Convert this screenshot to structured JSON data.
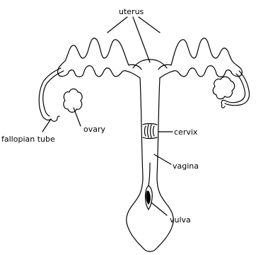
{
  "diagram": {
    "labels": {
      "uterus": "uterus",
      "fallopian_tube": "fallopian tube",
      "ovary": "ovary",
      "cervix": "cervix",
      "vagina": "vagina",
      "vulva": "vulva"
    },
    "colors": {
      "line": "#000000",
      "background": "#ffffff"
    }
  }
}
